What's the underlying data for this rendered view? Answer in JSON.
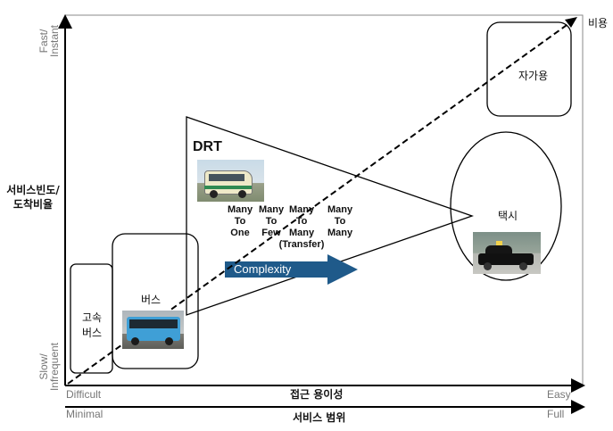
{
  "axes": {
    "y_top": [
      "Fast/",
      "Instant"
    ],
    "y_bottom": [
      "Slow/",
      "Infrequent"
    ],
    "y_title": [
      "서비스빈도/",
      "도착비율"
    ],
    "x1_left": "Difficult",
    "x1_right": "Easy",
    "x1_title": "접근 용이성",
    "x2_left": "Minimal",
    "x2_right": "Full",
    "x2_title": "서비스 범위",
    "diagonal_label": "비용"
  },
  "modes": {
    "express_bus": [
      "고속",
      "버스"
    ],
    "bus": "버스",
    "drt": "DRT",
    "taxi": "택시",
    "private_car": "자가용"
  },
  "drt_types": [
    [
      "Many",
      "To",
      "One"
    ],
    [
      "Many",
      "To",
      "Few"
    ],
    [
      "Many",
      "To",
      "Many",
      "(Transfer)"
    ],
    [
      "Many",
      "To",
      "Many"
    ]
  ],
  "complexity_label": "Complexity",
  "colors": {
    "complexity_arrow": "#1f5a8a",
    "axis": "#000000",
    "muted_text": "#777777"
  }
}
